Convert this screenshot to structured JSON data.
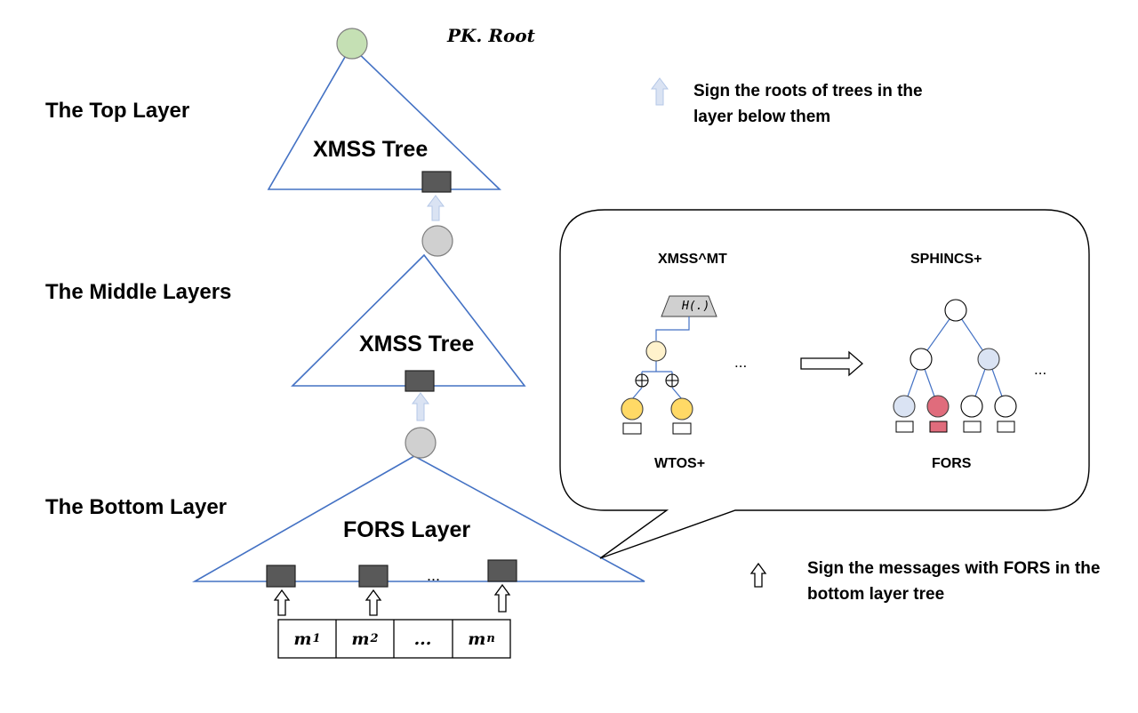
{
  "root_label": "PK. Root",
  "layers": {
    "top": "The Top Layer",
    "middle": "The Middle Layers",
    "bottom": "The Bottom Layer"
  },
  "trees": {
    "top": "XMSS Tree",
    "middle": "XMSS Tree",
    "bottom": "FORS Layer"
  },
  "bottom_ellipsis": "...",
  "messages": [
    {
      "base": "m",
      "sub": "1"
    },
    {
      "base": "m",
      "sub": "2"
    },
    {
      "base": "...",
      "sub": ""
    },
    {
      "base": "m",
      "sub": "n"
    }
  ],
  "legend": {
    "light_arrow": "Sign the roots of trees in the layer below them",
    "outline_arrow": "Sign the messages with  FORS in the bottom layer tree"
  },
  "inset": {
    "left_title": "XMSS^MT",
    "left_hash": "H(.)",
    "left_caption": "WTOS+",
    "left_ellipsis": "...",
    "right_title": "SPHINCS+",
    "right_caption": "FORS",
    "right_ellipsis": "..."
  },
  "colors": {
    "tree_line": "#4472c4",
    "root_green": "#c5e0b4",
    "gray_node": "#d0d0d0",
    "leaf_box": "#595959",
    "light_arrow": "#dae3f3",
    "yellow_node": "#ffd966",
    "pale_yellow_node": "#fff2cc",
    "blue_node": "#dae3f3",
    "red_node": "#e06c7c"
  }
}
